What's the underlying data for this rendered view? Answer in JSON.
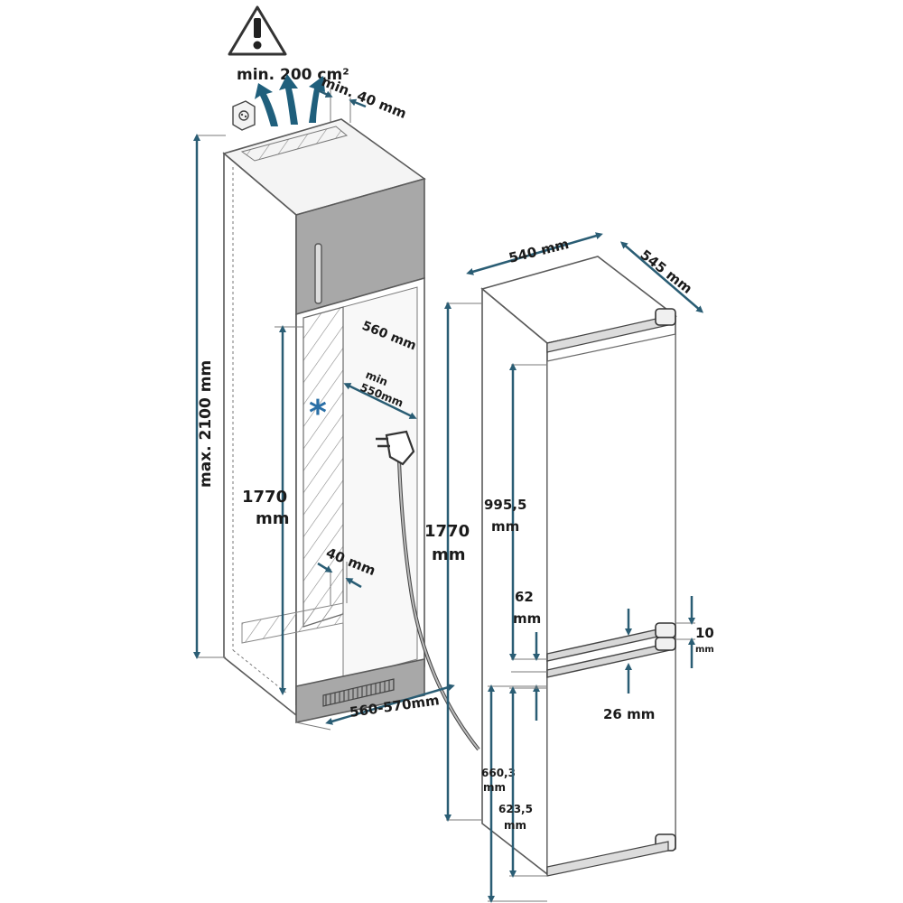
{
  "labels": {
    "vent_area": "min. 200 cm²",
    "vent_gap": "min. 40 mm",
    "cabinet_height": "max. 2100 mm",
    "niche_depth": "560 mm",
    "min_depth_line1": "min",
    "min_depth_line2": "550mm",
    "niche_height_line1": "1770",
    "niche_height_line2": "mm",
    "bottom_gap": "40 mm",
    "niche_width": "560-570mm",
    "asterisk": "*",
    "width": "540 mm",
    "depth": "545 mm",
    "appliance_height_line1": "1770",
    "appliance_height_line2": "mm",
    "upper_door_line1": "995,5",
    "upper_door_line2": "mm",
    "door_gap_line1": "62",
    "door_gap_line2": "mm",
    "hinge_gap": "10",
    "hinge_gap_unit": "mm",
    "slider_gap": "26 mm",
    "lower_height_line1": "660,3",
    "lower_height_line2": "mm",
    "lower_door_line1": "623,5",
    "lower_door_line2": "mm"
  },
  "colors": {
    "dimension": "#2a5d74",
    "text": "#1b1b1b",
    "panel": "#a8a8a8",
    "panel_dark": "#8e8e8e",
    "edge": "#5a5a5a"
  },
  "icons": [
    "warning-icon",
    "socket-icon",
    "airflow-arrows-icon",
    "power-plug-icon"
  ]
}
